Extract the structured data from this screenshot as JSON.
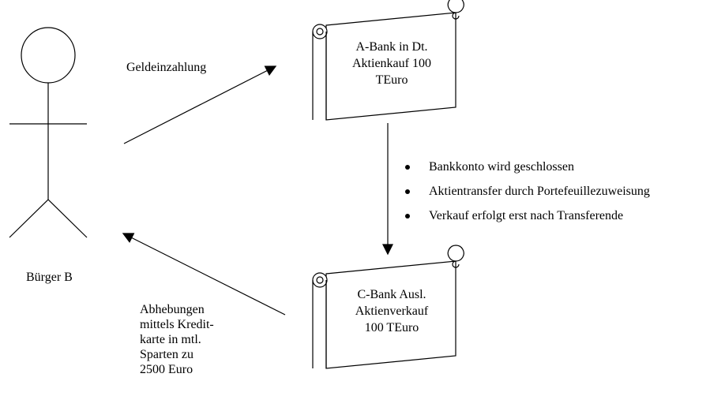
{
  "actor": {
    "label": "Bürger B"
  },
  "arrows": {
    "deposit_label": "Geldeinzahlung",
    "withdrawal_label_lines": [
      "Abhebungen",
      "mittels Kredit-",
      "karte in mtl.",
      "Sparten zu",
      "2500 Euro"
    ]
  },
  "bank_a": {
    "lines": [
      "A-Bank in Dt.",
      "Aktienkauf 100",
      "TEuro"
    ]
  },
  "bank_c": {
    "lines": [
      "C-Bank Ausl.",
      "Aktienverkauf",
      "100 TEuro"
    ]
  },
  "transfer_steps": [
    "Bankkonto wird geschlossen",
    "Aktientransfer durch Portefeuillezuweisung",
    "Verkauf erfolgt erst nach Transferende"
  ]
}
